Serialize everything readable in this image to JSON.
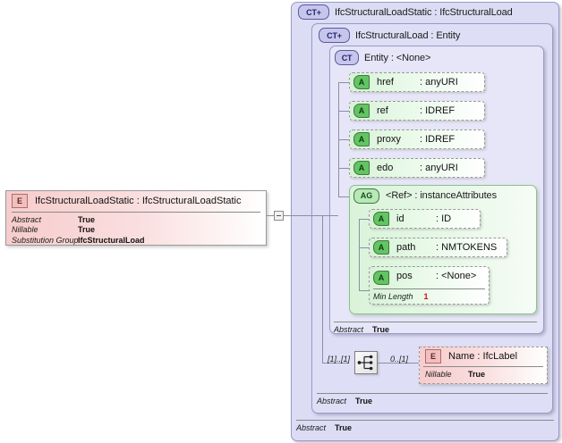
{
  "diagram": {
    "type": "xsd-schema-diagram",
    "background": "#ffffff",
    "colors": {
      "complexType_panel": "#dcdcf5",
      "attributeGroup_panel": "#d9f3d9",
      "attribute_box": "#d7f2d7",
      "element_box": "#f7cccc",
      "facet_value": "#d01010",
      "connector": "#8d8da8"
    }
  },
  "root_element": {
    "badge": "E",
    "badge_name": "element-icon",
    "name": "IfcStructuralLoadStatic",
    "separator": ":",
    "type": "IfcStructuralLoadStatic",
    "title": "IfcStructuralLoadStatic  : IfcStructuralLoadStatic",
    "properties": [
      {
        "key": "Abstract",
        "value": "True"
      },
      {
        "key": "Nillable",
        "value": "True"
      },
      {
        "key": "Substitution Group",
        "value": "IfcStructuralLoad"
      }
    ]
  },
  "expander": {
    "name": "collapse-expander",
    "state": "expanded",
    "glyph": "minus"
  },
  "panels": {
    "outer": {
      "badge": "CT+",
      "badge_name": "complextype-expand-icon",
      "name": "IfcStructuralLoadStatic",
      "separator": ":",
      "type": "IfcStructuralLoad",
      "title": "IfcStructuralLoadStatic  : IfcStructuralLoad",
      "footer": {
        "key": "Abstract",
        "value": "True"
      }
    },
    "middle": {
      "badge": "CT+",
      "badge_name": "complextype-expand-icon",
      "name": "IfcStructuralLoad",
      "separator": ":",
      "type": "Entity",
      "title": "IfcStructuralLoad  : Entity",
      "footer": {
        "key": "Abstract",
        "value": "True"
      }
    },
    "inner": {
      "badge": "CT",
      "badge_name": "complextype-icon",
      "name": "Entity",
      "separator": ":",
      "type": "<None>",
      "title": "Entity     : <None>",
      "footer": {
        "key": "Abstract",
        "value": "True"
      }
    }
  },
  "attributes": [
    {
      "badge": "A",
      "name": "href",
      "type": ": anyURI"
    },
    {
      "badge": "A",
      "name": "ref",
      "type": ": IDREF"
    },
    {
      "badge": "A",
      "name": "proxy",
      "type": ": IDREF"
    },
    {
      "badge": "A",
      "name": "edo",
      "type": ": anyURI"
    }
  ],
  "attribute_group": {
    "badge": "AG",
    "badge_name": "attributegroup-icon",
    "name": "<Ref>",
    "separator": ":",
    "type": "instanceAttributes",
    "title": "<Ref>      : instanceAttributes",
    "attributes": [
      {
        "badge": "A",
        "name": "id",
        "type": ": ID",
        "facet": null
      },
      {
        "badge": "A",
        "name": "path",
        "type": ": NMTOKENS",
        "facet": null
      },
      {
        "badge": "A",
        "name": "pos",
        "type": ": <None>",
        "facet": {
          "label": "Min Length",
          "value": "1"
        }
      }
    ]
  },
  "sequence": {
    "icon_name": "sequence-compositor-icon",
    "left_cardinality": "[1]..[1]",
    "right_cardinality": "0..[1]"
  },
  "child_element": {
    "badge": "E",
    "badge_name": "element-icon",
    "name": "Name",
    "separator": ":",
    "type": "IfcLabel",
    "title": "Name      : IfcLabel",
    "properties": [
      {
        "key": "Nillable",
        "value": "True"
      }
    ]
  }
}
